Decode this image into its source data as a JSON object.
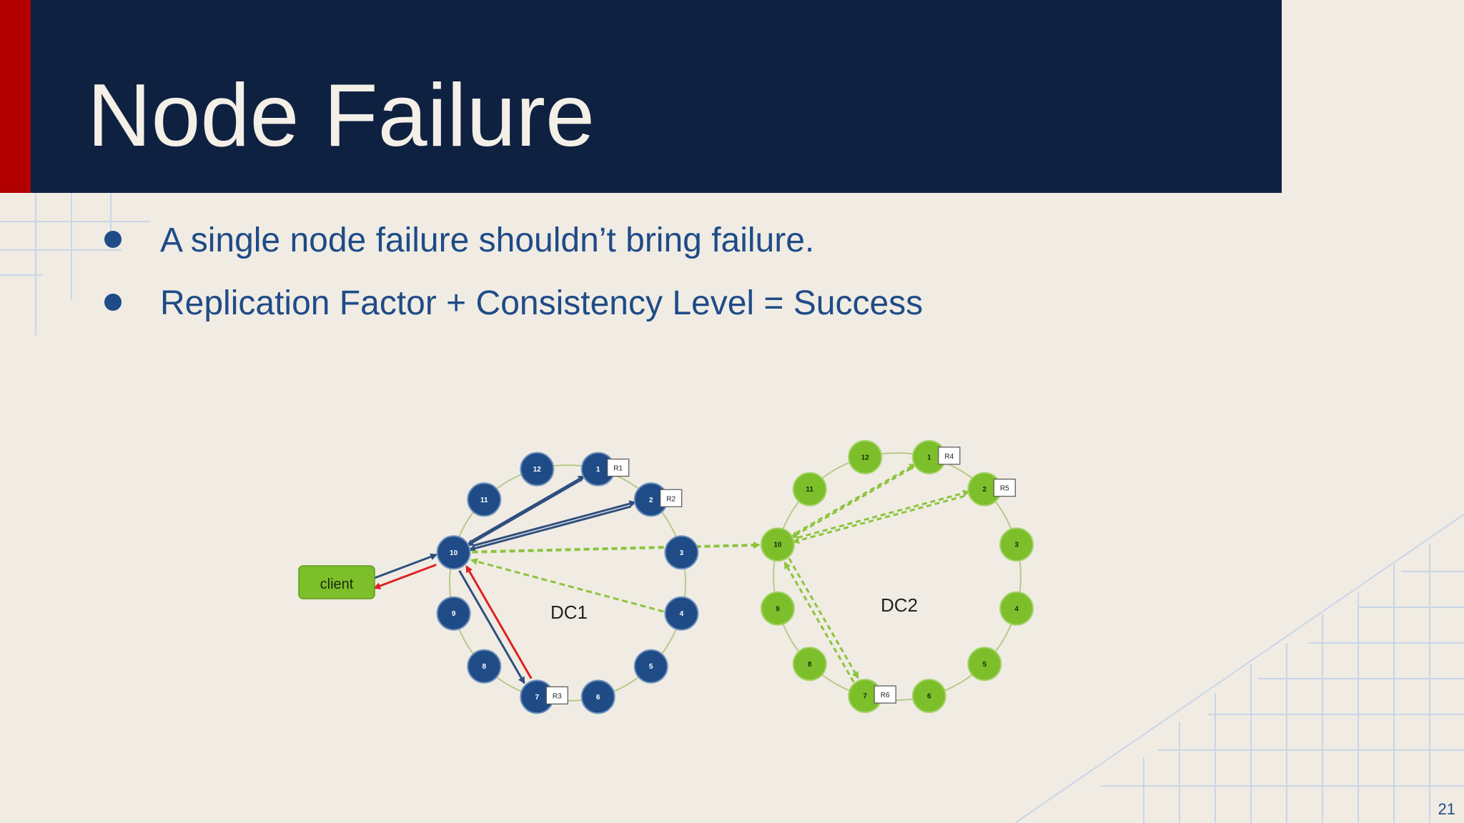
{
  "slide": {
    "title": "Node Failure",
    "bullets": [
      "A single node failure shouldn’t bring failure.",
      "Replication Factor + Consistency Level = Success"
    ],
    "page_number": "21"
  },
  "diagram": {
    "client_label": "client",
    "dc1": {
      "label": "DC1",
      "color": "#1f4b87",
      "nodes": [
        "1",
        "2",
        "3",
        "4",
        "5",
        "6",
        "7",
        "8",
        "9",
        "10",
        "11",
        "12"
      ],
      "replica_tags": [
        {
          "node": "1",
          "label": "R1"
        },
        {
          "node": "2",
          "label": "R2"
        },
        {
          "node": "7",
          "label": "R3"
        }
      ]
    },
    "dc2": {
      "label": "DC2",
      "color": "#7cbf2a",
      "nodes": [
        "1",
        "2",
        "3",
        "4",
        "5",
        "6",
        "7",
        "8",
        "9",
        "10",
        "11",
        "12"
      ],
      "replica_tags": [
        {
          "node": "1",
          "label": "R4"
        },
        {
          "node": "2",
          "label": "R5"
        },
        {
          "node": "7",
          "label": "R6"
        }
      ]
    },
    "colors": {
      "request_arrow": "#2f4f7f",
      "response_arrow": "#e02020",
      "cross_dc_arrow": "#8cc43c",
      "ring_line": "#b8c98a"
    }
  }
}
